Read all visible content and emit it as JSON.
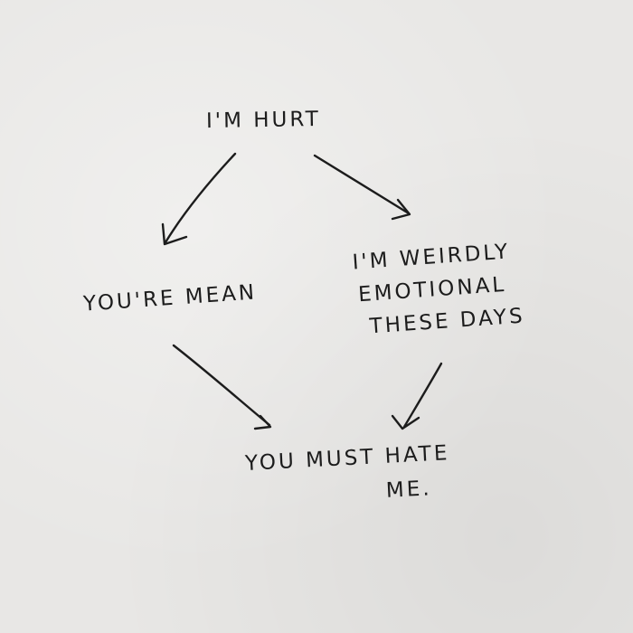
{
  "diagram": {
    "nodes": [
      {
        "id": "hurt",
        "lines": [
          "I'M HURT"
        ]
      },
      {
        "id": "mean",
        "lines": [
          "YOU'RE MEAN"
        ]
      },
      {
        "id": "weird",
        "lines": [
          "I'M WEIRDLY",
          "EMOTIONAL",
          "THESE DAYS"
        ]
      },
      {
        "id": "hate",
        "lines": [
          "YOU MUST HATE",
          "ME."
        ]
      }
    ],
    "edges": [
      {
        "from": "hurt",
        "to": "mean"
      },
      {
        "from": "hurt",
        "to": "weird"
      },
      {
        "from": "mean",
        "to": "hate"
      },
      {
        "from": "weird",
        "to": "hate"
      }
    ],
    "ink_color": "#1c1c1c",
    "paper_color": "#e8e7e5"
  }
}
